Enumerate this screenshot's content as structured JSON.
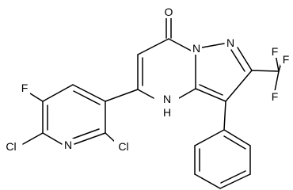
{
  "molecule": {
    "atoms": {
      "o": "O",
      "n1": "N",
      "n2": "N",
      "nh": "H",
      "f1": "F",
      "f2": "F",
      "f3": "F",
      "f_ring": "F",
      "n_pyr": "N",
      "cl1": "Cl",
      "cl2": "Cl"
    },
    "colors": {
      "bond": "#000000",
      "label": "#000000",
      "background": "#ffffff"
    }
  }
}
